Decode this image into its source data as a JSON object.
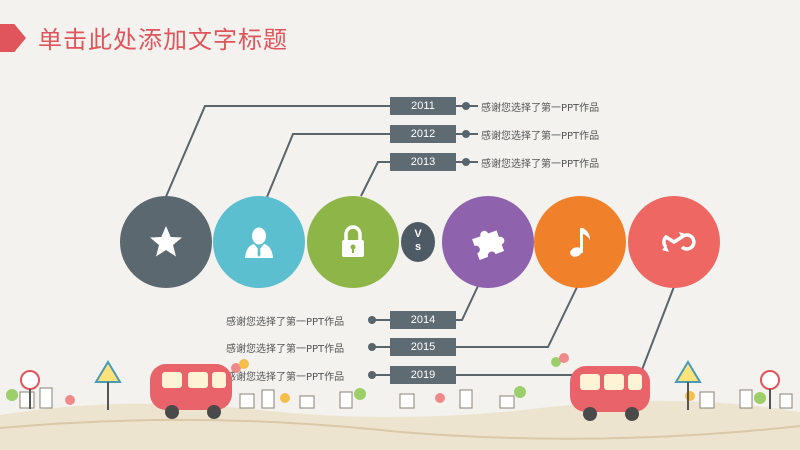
{
  "slide": {
    "title": "单击此处添加文字标题",
    "vs_label_top": "V",
    "vs_label_bottom": "s"
  },
  "top_entries": [
    {
      "year": "2011",
      "text": "感谢您选择了第一PPT作品"
    },
    {
      "year": "2012",
      "text": "感谢您选择了第一PPT作品"
    },
    {
      "year": "2013",
      "text": "感谢您选择了第一PPT作品"
    }
  ],
  "bottom_entries": [
    {
      "year": "2014",
      "text": "感谢您选择了第一PPT作品"
    },
    {
      "year": "2015",
      "text": "感谢您选择了第一PPT作品"
    },
    {
      "year": "2019",
      "text": "感谢您选择了第一PPT作品"
    }
  ],
  "circles": [
    {
      "icon": "star-icon",
      "color": "#5b6870"
    },
    {
      "icon": "user-icon",
      "color": "#5bbfcf"
    },
    {
      "icon": "lock-icon",
      "color": "#8db547"
    },
    {
      "icon": "puzzle-icon",
      "color": "#8e62ad"
    },
    {
      "icon": "music-note-icon",
      "color": "#f0812a"
    },
    {
      "icon": "refresh-icon",
      "color": "#ee6763"
    }
  ],
  "colors": {
    "accent": "#e0555b",
    "year_box": "#5e6b72",
    "connector": "#5a646b"
  }
}
